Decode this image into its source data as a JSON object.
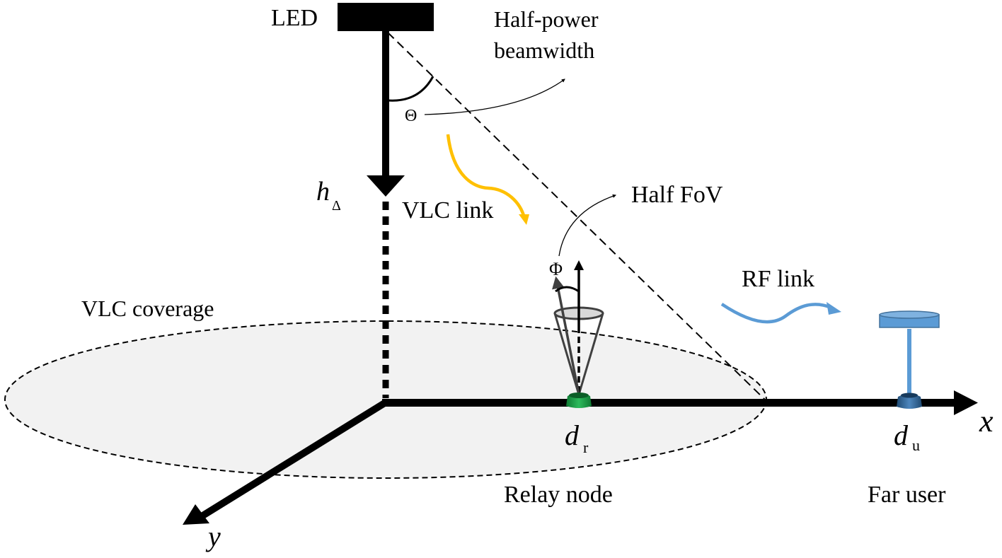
{
  "diagram": {
    "title": "VLC/RF relay system model",
    "labels": {
      "led": "LED",
      "half_power_line1": "Half-power",
      "half_power_line2": "beamwidth",
      "theta": "Θ",
      "height_main": "h",
      "height_sub": "Δ",
      "vlc_link": "VLC link",
      "half_fov": "Half FoV",
      "phi": "Φ",
      "rf_link": "RF link",
      "vlc_coverage": "VLC coverage",
      "relay_pos_main": "d",
      "relay_pos_sub": "r",
      "user_pos_main": "d",
      "user_pos_sub": "u",
      "x_axis": "x",
      "y_axis": "y",
      "relay_node": "Relay node",
      "far_user": "Far user"
    },
    "nodes": [
      {
        "id": "led",
        "type": "transmitter",
        "label": "LED"
      },
      {
        "id": "relay",
        "type": "photodetector-relay",
        "label": "Relay node",
        "position": "d_r"
      },
      {
        "id": "user",
        "type": "rf-antenna-user",
        "label": "Far user",
        "position": "d_u"
      }
    ],
    "links": [
      {
        "from": "led",
        "to": "relay",
        "label": "VLC link",
        "color": "#FFC000"
      },
      {
        "from": "relay",
        "to": "user",
        "label": "RF link",
        "color": "#5B9BD5"
      }
    ],
    "colors": {
      "vlc_link": "#FFC000",
      "rf_link": "#5B9BD5",
      "relay_base": "#1E9E4A",
      "user_base": "#2F5F8F",
      "antenna": "#5B9BD5",
      "coverage_fill": "#F2F2F2",
      "lens_fill": "#D9D9D9"
    }
  }
}
